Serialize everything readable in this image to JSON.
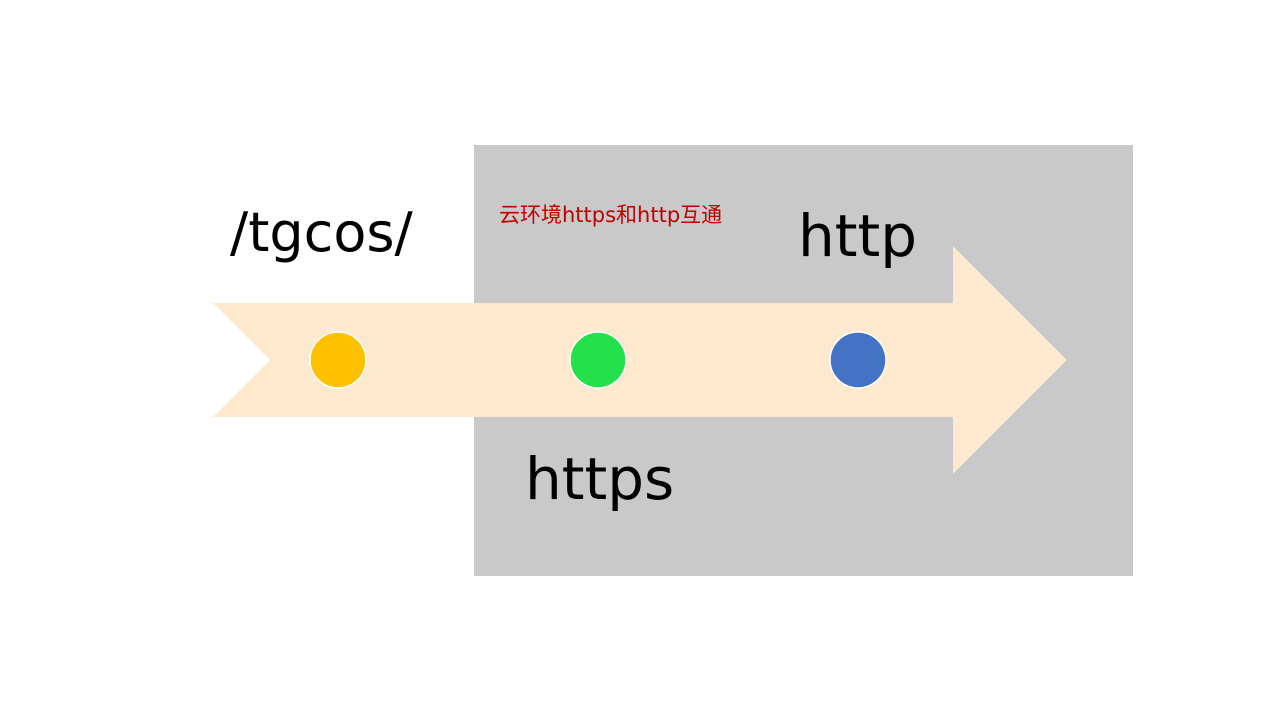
{
  "diagram": {
    "caption": "云环境https和http互通",
    "nodes": [
      {
        "label": "/tgcos/",
        "color": "#ffc000"
      },
      {
        "label": "https",
        "color": "#22e14b"
      },
      {
        "label": "http",
        "color": "#4472c4"
      }
    ],
    "arrow_color": "#fee8ce",
    "panel_color": "#c9c9c9",
    "caption_color": "#c00000"
  }
}
